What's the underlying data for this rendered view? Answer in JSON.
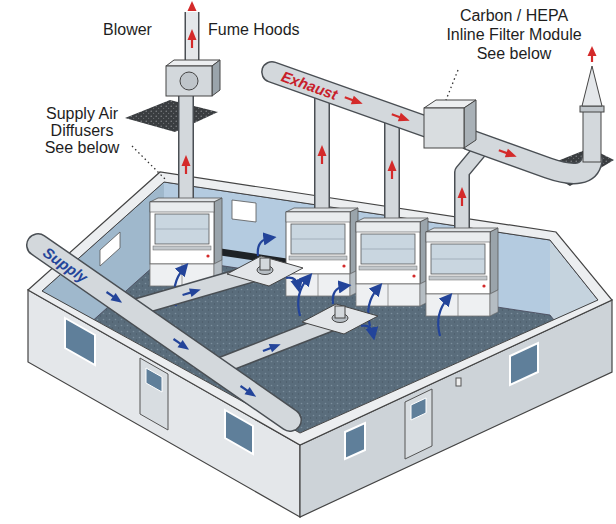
{
  "diagram": {
    "labels": [
      "Blower",
      "Fume Hoods",
      "Carbon / HEPA Inline Filter Module See below",
      "Supply Air Diffusers See below",
      "Exhaust",
      "Supply"
    ]
  }
}
